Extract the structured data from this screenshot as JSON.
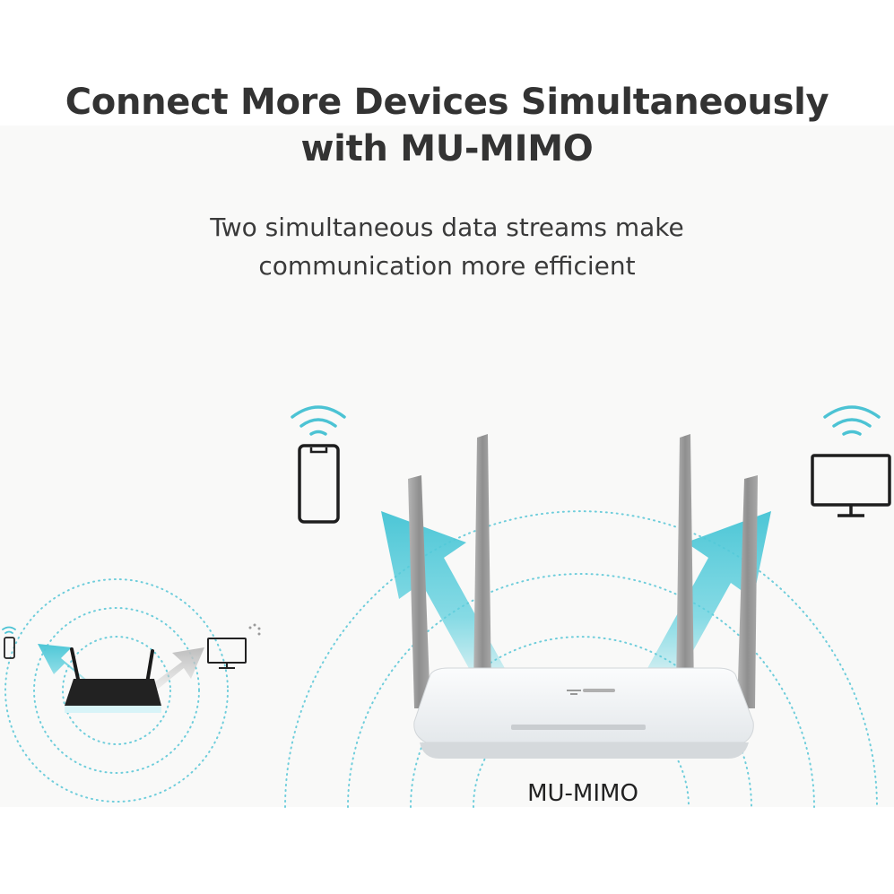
{
  "header": {
    "title_line1": "Connect More Devices Simultaneously",
    "title_line2": "with MU-MIMO",
    "subtitle_line1": "Two simultaneous data streams make",
    "subtitle_line2": "communication more efficient"
  },
  "caption": "MU-MIMO",
  "colors": {
    "accent": "#4cc3d4",
    "arrow_cyan": "#5fd0de",
    "arrow_gray": "#c8c8c8",
    "router_white": "#f1f3f4",
    "router_dark": "#2a2a2a",
    "antenna_gray": "#9a9a9a",
    "title_text": "#333333"
  },
  "icons": [
    "wifi-icon",
    "smartphone-icon",
    "monitor-icon",
    "router-icon",
    "arrow-icon"
  ]
}
